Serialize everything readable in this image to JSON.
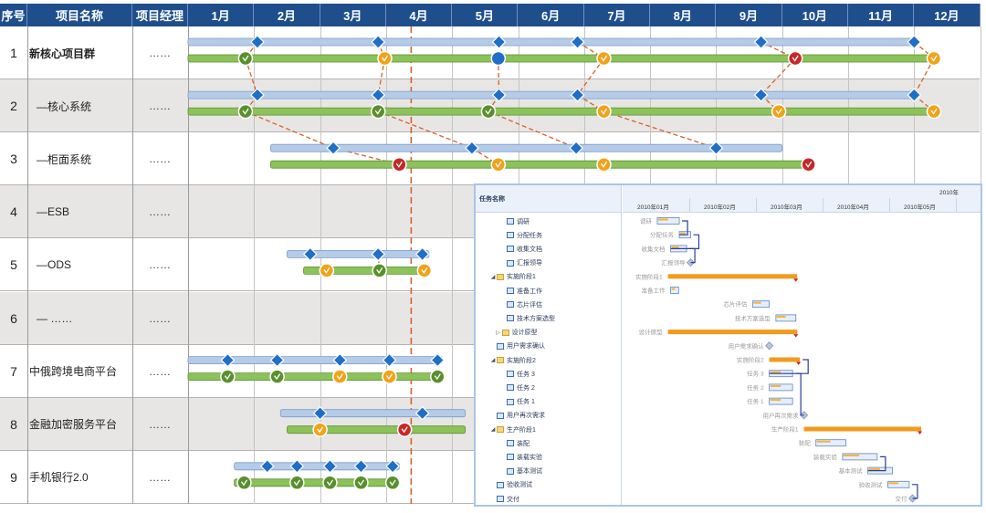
{
  "header": {
    "num": "序号",
    "name": "项目名称",
    "pm": "项目经理",
    "months": [
      "1月",
      "2月",
      "3月",
      "4月",
      "5月",
      "6月",
      "7月",
      "8月",
      "9月",
      "10月",
      "11月",
      "12月"
    ]
  },
  "colors": {
    "header_bg": "#1f4e8c",
    "plan_bar": "#b5cbe8",
    "plan_bar_edge": "#7a9cc9",
    "actual_bar": "#8cc25a",
    "actual_bar_edge": "#5e8f34",
    "diamond": "#1f6fc7",
    "link": "#d9602a",
    "status_done": "#5a8f2e",
    "status_progress": "#f0a31a",
    "status_late": "#c62828",
    "status_current": "#1f6fc7",
    "row_alt": "#e8e6e4"
  },
  "today_month": 4.38,
  "rows": [
    {
      "num": "1",
      "name": "新核心项目群",
      "bold": true,
      "pm": "……",
      "shaded": false,
      "plan": {
        "start": 1.0,
        "end": 12.0,
        "diamonds": [
          2.05,
          3.88,
          5.71,
          6.9,
          9.68,
          12.0
        ]
      },
      "actual": {
        "start": 1.0,
        "end": 12.3,
        "markers": [
          {
            "m": 1.87,
            "s": "done"
          },
          {
            "m": 3.98,
            "s": "progress"
          },
          {
            "m": 5.7,
            "s": "current"
          },
          {
            "m": 7.3,
            "s": "progress"
          },
          {
            "m": 10.2,
            "s": "late"
          },
          {
            "m": 12.3,
            "s": "progress"
          }
        ]
      },
      "links": [
        [
          2.05,
          1.87
        ],
        [
          3.88,
          3.98
        ],
        [
          6.9,
          7.3
        ],
        [
          9.68,
          10.2
        ],
        [
          12.0,
          12.3
        ]
      ]
    },
    {
      "num": "2",
      "name": "—核心系统",
      "bold": false,
      "pm": "……",
      "shaded": true,
      "plan": {
        "start": 1.0,
        "end": 12.0,
        "diamonds": [
          2.05,
          3.88,
          5.71,
          6.9,
          9.68,
          12.0
        ]
      },
      "actual": {
        "start": 1.0,
        "end": 12.3,
        "markers": [
          {
            "m": 1.87,
            "s": "done"
          },
          {
            "m": 3.88,
            "s": "done"
          },
          {
            "m": 5.55,
            "s": "done"
          },
          {
            "m": 7.3,
            "s": "progress"
          },
          {
            "m": 9.95,
            "s": "progress"
          },
          {
            "m": 12.3,
            "s": "progress"
          }
        ]
      },
      "links": [
        [
          2.05,
          1.87
        ],
        [
          5.71,
          5.55
        ],
        [
          6.9,
          7.3
        ],
        [
          9.68,
          9.95
        ],
        [
          12.0,
          12.3
        ]
      ]
    },
    {
      "num": "3",
      "name": "—柜面系统",
      "bold": false,
      "pm": "……",
      "shaded": false,
      "plan": {
        "start": 2.25,
        "end": 10.0,
        "diamonds": [
          3.2,
          5.3,
          6.88,
          9.0
        ]
      },
      "actual": {
        "start": 2.25,
        "end": 10.4,
        "markers": [
          {
            "m": 4.2,
            "s": "late"
          },
          {
            "m": 5.7,
            "s": "progress"
          },
          {
            "m": 7.3,
            "s": "progress"
          },
          {
            "m": 10.4,
            "s": "late"
          }
        ]
      },
      "links": [
        [
          3.2,
          4.2
        ],
        [
          5.3,
          5.7
        ]
      ]
    },
    {
      "num": "4",
      "name": "—ESB",
      "bold": false,
      "pm": "……",
      "shaded": true,
      "plan": null,
      "actual": null,
      "links": []
    },
    {
      "num": "5",
      "name": "—ODS",
      "bold": false,
      "pm": "……",
      "shaded": false,
      "plan": {
        "start": 2.5,
        "end": 4.65,
        "diamonds": [
          2.85,
          3.88,
          4.55
        ]
      },
      "actual": {
        "start": 2.75,
        "end": 4.65,
        "markers": [
          {
            "m": 3.1,
            "s": "progress"
          },
          {
            "m": 3.9,
            "s": "done"
          },
          {
            "m": 4.58,
            "s": "progress"
          }
        ]
      },
      "links": [
        [
          3.88,
          3.9
        ]
      ]
    },
    {
      "num": "6",
      "name": "— ……",
      "bold": false,
      "pm": "……",
      "shaded": true,
      "plan": null,
      "actual": null,
      "links": []
    },
    {
      "num": "7",
      "name": "中俄跨境电商平台",
      "bold": false,
      "pm": "……",
      "shaded": false,
      "plan": {
        "start": 1.0,
        "end": 4.85,
        "diamonds": [
          1.6,
          2.35,
          3.3,
          4.05,
          4.78
        ]
      },
      "actual": {
        "start": 1.0,
        "end": 4.85,
        "markers": [
          {
            "m": 1.6,
            "s": "done"
          },
          {
            "m": 2.35,
            "s": "done"
          },
          {
            "m": 3.3,
            "s": "progress"
          },
          {
            "m": 4.05,
            "s": "progress"
          },
          {
            "m": 4.78,
            "s": "done"
          }
        ]
      },
      "links": []
    },
    {
      "num": "8",
      "name": "金融加密服务平台",
      "bold": false,
      "pm": "……",
      "shaded": true,
      "plan": {
        "start": 2.4,
        "end": 5.2,
        "diamonds": [
          3.0,
          4.55
        ]
      },
      "actual": {
        "start": 2.5,
        "end": 5.2,
        "markers": [
          {
            "m": 3.0,
            "s": "progress"
          },
          {
            "m": 4.28,
            "s": "late"
          }
        ]
      },
      "links": []
    },
    {
      "num": "9",
      "name": "手机银行2.0",
      "bold": false,
      "pm": "……",
      "shaded": false,
      "plan": {
        "start": 1.7,
        "end": 4.2,
        "diamonds": [
          2.2,
          2.65,
          3.15,
          3.62,
          4.1
        ]
      },
      "actual": {
        "start": 1.7,
        "end": 4.2,
        "markers": [
          {
            "m": 1.85,
            "s": "done"
          },
          {
            "m": 2.65,
            "s": "done"
          },
          {
            "m": 3.15,
            "s": "done"
          },
          {
            "m": 3.62,
            "s": "done"
          },
          {
            "m": 4.1,
            "s": "done"
          }
        ]
      },
      "links": []
    }
  ],
  "overlay": {
    "left_header": "任务名称",
    "year": "2010年",
    "months": [
      "2010年01月",
      "2010年02月",
      "2010年03月",
      "2010年04月",
      "2010年05月"
    ],
    "tasks": [
      {
        "label": "调研",
        "indent": 2,
        "folder": false,
        "toggle": ""
      },
      {
        "label": "分配任务",
        "indent": 2,
        "folder": false,
        "toggle": ""
      },
      {
        "label": "收集文档",
        "indent": 2,
        "folder": false,
        "toggle": ""
      },
      {
        "label": "汇报领导",
        "indent": 2,
        "folder": false,
        "toggle": ""
      },
      {
        "label": "实施阶段1",
        "indent": 1,
        "folder": true,
        "toggle": "◢"
      },
      {
        "label": "准备工作",
        "indent": 2,
        "folder": false,
        "toggle": ""
      },
      {
        "label": "芯片评估",
        "indent": 2,
        "folder": false,
        "toggle": ""
      },
      {
        "label": "技术方案选型",
        "indent": 2,
        "folder": false,
        "toggle": ""
      },
      {
        "label": "设计原型",
        "indent": 1.5,
        "folder": true,
        "toggle": "▷"
      },
      {
        "label": "用户需求确认",
        "indent": 1,
        "folder": false,
        "toggle": ""
      },
      {
        "label": "实施阶段2",
        "indent": 1,
        "folder": true,
        "toggle": "◢"
      },
      {
        "label": "任务 3",
        "indent": 2,
        "folder": false,
        "toggle": ""
      },
      {
        "label": "任务 2",
        "indent": 2,
        "folder": false,
        "toggle": ""
      },
      {
        "label": "任务 1",
        "indent": 2,
        "folder": false,
        "toggle": ""
      },
      {
        "label": "用户再次需求",
        "indent": 1,
        "folder": false,
        "toggle": ""
      },
      {
        "label": "生产阶段1",
        "indent": 1,
        "folder": true,
        "toggle": "◢"
      },
      {
        "label": "装配",
        "indent": 2,
        "folder": false,
        "toggle": ""
      },
      {
        "label": "装载实验",
        "indent": 2,
        "folder": false,
        "toggle": ""
      },
      {
        "label": "基本测试",
        "indent": 2,
        "folder": false,
        "toggle": ""
      },
      {
        "label": "验收测试",
        "indent": 1,
        "folder": false,
        "toggle": ""
      },
      {
        "label": "交付",
        "indent": 1,
        "folder": false,
        "toggle": ""
      }
    ],
    "bars": [
      {
        "label": "调研",
        "start": 0.52,
        "end": 0.85,
        "type": "task"
      },
      {
        "label": "分配任务",
        "start": 0.85,
        "end": 1.02,
        "type": "task"
      },
      {
        "label": "收集文档",
        "start": 0.72,
        "end": 0.96,
        "type": "task"
      },
      {
        "label": "汇报领导",
        "start": 1.02,
        "end": 1.02,
        "type": "milestone"
      },
      {
        "label": "实施阶段1",
        "start": 0.68,
        "end": 2.62,
        "type": "summary"
      },
      {
        "label": "准备工作",
        "start": 0.72,
        "end": 0.84,
        "type": "task"
      },
      {
        "label": "芯片评估",
        "start": 1.95,
        "end": 2.2,
        "type": "task"
      },
      {
        "label": "技术方案选型",
        "start": 2.3,
        "end": 2.6,
        "type": "task"
      },
      {
        "label": "设计原型",
        "start": 0.68,
        "end": 2.62,
        "type": "summary"
      },
      {
        "label": "用户需求确认",
        "start": 2.2,
        "end": 2.2,
        "type": "milestone"
      },
      {
        "label": "实施阶段2",
        "start": 2.2,
        "end": 2.66,
        "type": "summary"
      },
      {
        "label": "任务 3",
        "start": 2.2,
        "end": 2.55,
        "type": "task"
      },
      {
        "label": "任务 2",
        "start": 2.2,
        "end": 2.55,
        "type": "task"
      },
      {
        "label": "任务 1",
        "start": 2.2,
        "end": 2.55,
        "type": "task"
      },
      {
        "label": "用户再次需求",
        "start": 2.72,
        "end": 2.72,
        "type": "milestone"
      },
      {
        "label": "生产阶段1",
        "start": 2.72,
        "end": 4.48,
        "type": "summary"
      },
      {
        "label": "装配",
        "start": 2.9,
        "end": 3.35,
        "type": "task"
      },
      {
        "label": "装载实验",
        "start": 3.3,
        "end": 3.82,
        "type": "task"
      },
      {
        "label": "基本测试",
        "start": 3.68,
        "end": 4.05,
        "type": "task"
      },
      {
        "label": "验收测试",
        "start": 3.98,
        "end": 4.3,
        "type": "task"
      },
      {
        "label": "交付",
        "start": 4.35,
        "end": 4.35,
        "type": "milestone"
      }
    ]
  }
}
